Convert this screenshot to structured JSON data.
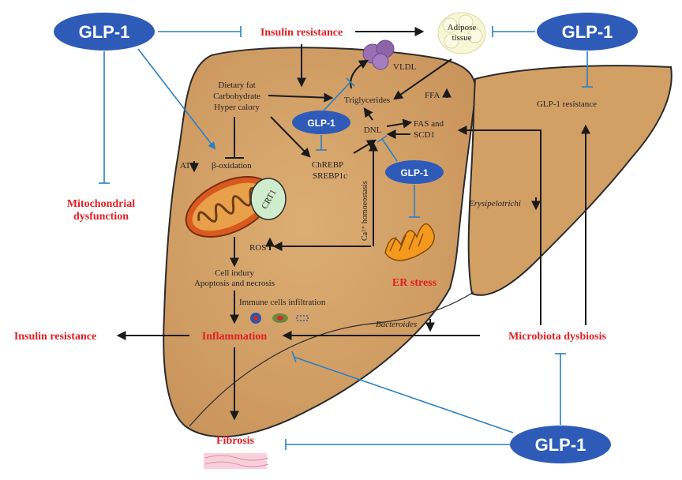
{
  "glp1": "GLP-1",
  "labels": {
    "insulin_resistance_top": "Insulin resistance",
    "adipose_tissue_1": "Adipose",
    "adipose_tissue_2": "tissue",
    "vldl": "VLDL",
    "dietary_fat": "Dietary fat",
    "carbohydrate": "Carbohydrate",
    "hyper_calory": "Hyper calory",
    "triglycerides": "Triglycerides",
    "ffa": "FFA",
    "dnl": "DNL",
    "fas_and": "FAS and",
    "scd1": "SCD1",
    "glp1_resistance": "GLP-1 resistance",
    "atp": "ATP",
    "beta_oxidation": "β-oxidation",
    "chrebp": "ChREBP",
    "srebp1c": "SREBP1c",
    "ca_homeostasis": "Ca²⁺ homoeostasis",
    "crt1": "CRT1",
    "mito_dysfunction_1": "Mitochondrial",
    "mito_dysfunction_2": "dysfunction",
    "erysipelotrichi": "Erysipelotrichi",
    "ros": "ROS",
    "er_stress": "ER stress",
    "cell_injury": "Cell indury",
    "apoptosis": "Apoptosis and necrosis",
    "immune_infiltration": "Immune cells infiltration",
    "insulin_resistance_left": "Insulin resistance",
    "inflammation": "Inflammation",
    "bacteroides": "Bacteroides",
    "microbiota_dysbiosis": "Microbiota  dysbiosis",
    "fibrosis": "Fibrosis"
  },
  "colors": {
    "liver": "#d6a66a",
    "liver_outline": "#2b2b2b",
    "glp_ellipse": "#2e5bb8",
    "red_text": "#e31e24",
    "inhibit_line": "#2a7fc4",
    "arrow": "#1a1a1a"
  }
}
